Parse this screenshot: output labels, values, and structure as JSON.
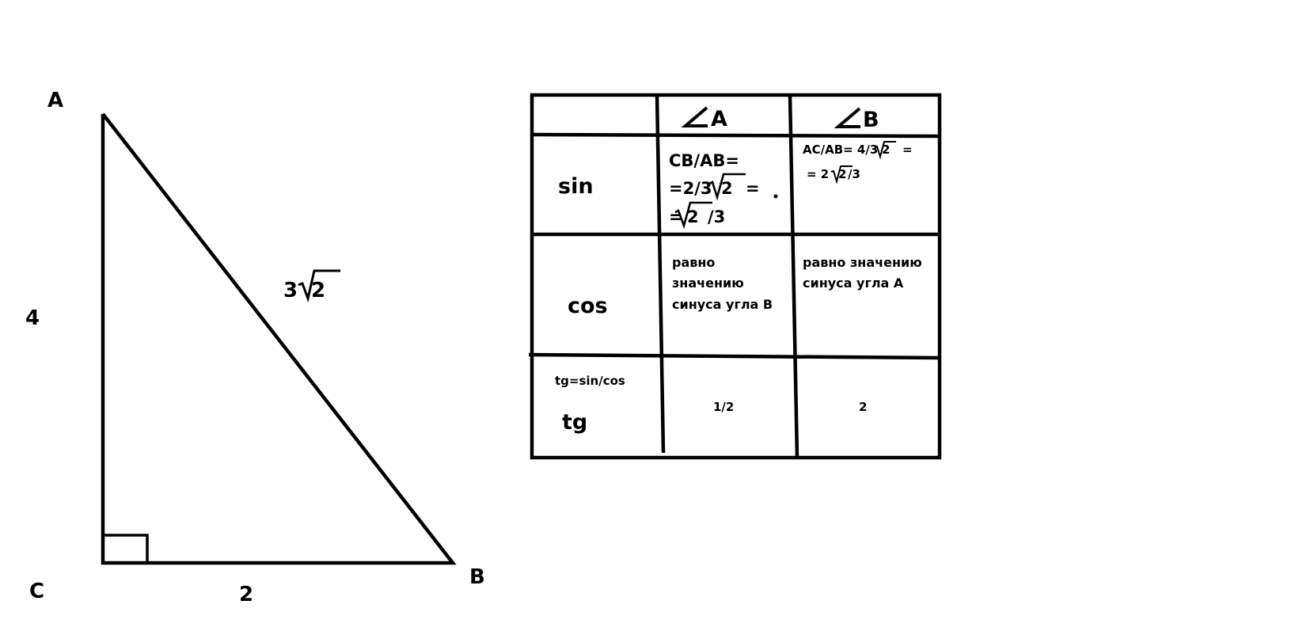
{
  "triangle": {
    "vertices": {
      "a": "A",
      "b": "B",
      "c": "C"
    },
    "sides": {
      "ac": "4",
      "cb": "2",
      "ab_coef": "3",
      "ab_rad": "2"
    }
  },
  "table": {
    "headers": {
      "angle_a": "A",
      "angle_b": "B"
    },
    "rows": {
      "sin": {
        "label": "sin",
        "a_line1": "CB/AB=",
        "a_line2_pre": "=2/3",
        "a_line2_rad": "2",
        "a_line2_post": "=",
        "a_line3_pre": "=",
        "a_line3_rad": "2",
        "a_line3_post": "/3",
        "b_line1_pre": "AC/AB= 4/3",
        "b_line1_rad": "2",
        "b_line1_post": "=",
        "b_line2_pre": "= 2",
        "b_line2_rad": "2",
        "b_line2_post": "/3"
      },
      "cos": {
        "label": "cos",
        "a_line1": "равно",
        "a_line2": "значению",
        "a_line3": "синуса угла B",
        "b_line1": "равно значению",
        "b_line2": "синуса угла А"
      },
      "tg": {
        "formula": "tg=sin/cos",
        "label": "tg",
        "a_value": "1/2",
        "b_value": "2"
      }
    }
  }
}
